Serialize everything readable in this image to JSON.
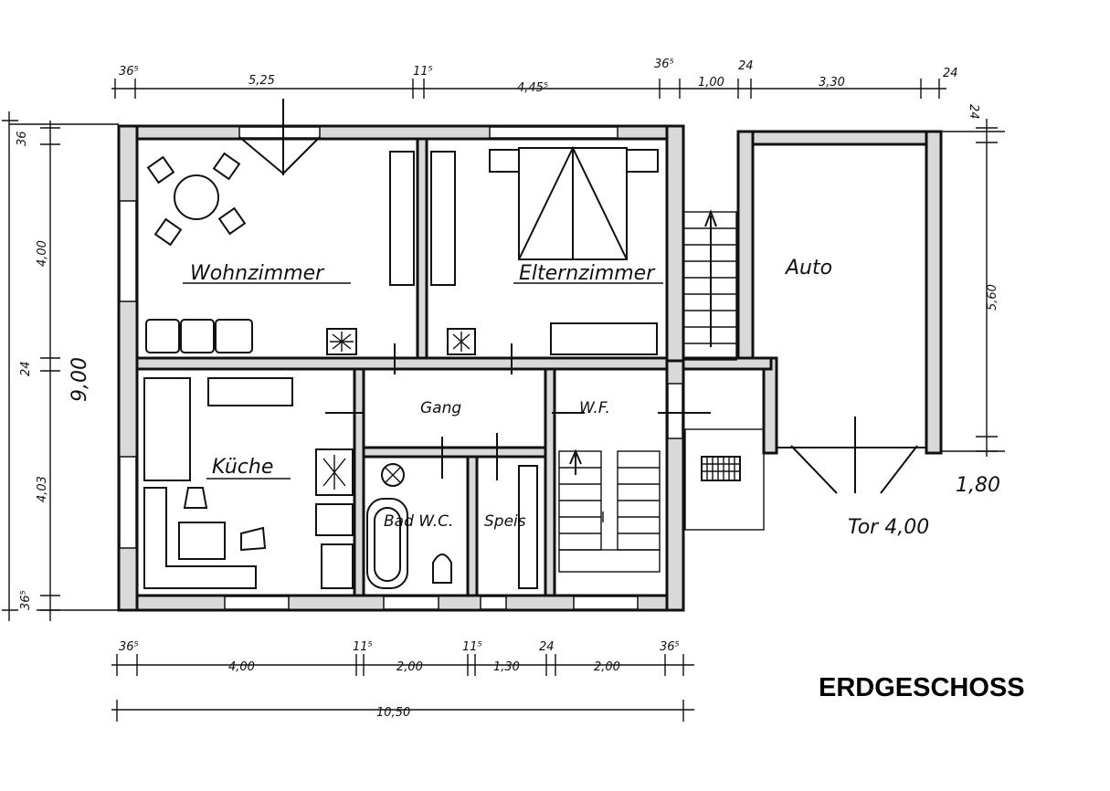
{
  "title": "ERDGESCHOSS",
  "rooms": {
    "wohnzimmer": "Wohnzimmer",
    "elternzimmer": "Elternzimmer",
    "auto": "Auto",
    "gang": "Gang",
    "wf": "W.F.",
    "kueche": "Küche",
    "bad": "Bad W.C.",
    "speis": "Speis"
  },
  "dimensions": {
    "top": {
      "d1": "36⁵",
      "d2": "5,25",
      "d3": "11⁵",
      "d4": "4,45⁵",
      "d5": "36⁵",
      "d6": "1,00",
      "d7": "24",
      "d8": "3,30",
      "d9": "24"
    },
    "bottom": {
      "d1": "36⁵",
      "d2": "4,00",
      "d3": "11⁵",
      "d4": "2,00",
      "d5": "11⁵",
      "d6": "1,30",
      "d7": "24",
      "d8": "2,00",
      "d9": "36⁵",
      "total": "10,50"
    },
    "left": {
      "d1": "36",
      "d2": "4,00",
      "d3": "24",
      "d4": "4,03",
      "d5": "36⁵",
      "total": "9,00"
    },
    "right": {
      "d1": "24",
      "d2": "5,60",
      "d3": "1,80"
    },
    "gate": "Tor 4,00"
  }
}
